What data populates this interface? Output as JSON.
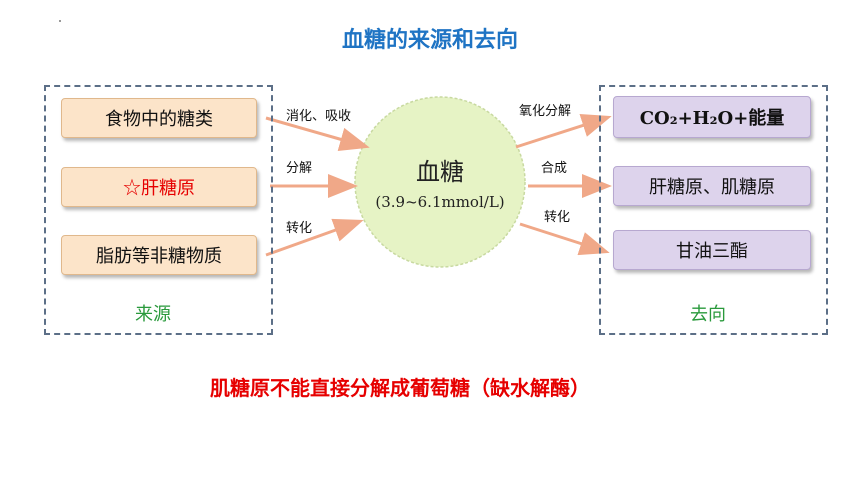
{
  "title": "血糖的来源和去向",
  "center": {
    "label": "血糖",
    "range": "(3.9~6.1mmol/L)"
  },
  "sources": {
    "label": "来源",
    "items": [
      {
        "text": "食物中的糖类",
        "color": "#111111"
      },
      {
        "text": "☆肝糖原",
        "color": "#e60000"
      },
      {
        "text": "脂肪等非糖物质",
        "color": "#111111"
      }
    ],
    "arrow_labels": [
      "消化、吸收",
      "分解",
      "转化"
    ]
  },
  "destinations": {
    "label": "去向",
    "items": [
      "CO₂+H₂O+能量",
      "肝糖原、肌糖原",
      "甘油三酯"
    ],
    "arrow_labels": [
      "氧化分解",
      "合成",
      "转化"
    ]
  },
  "note": "肌糖原不能直接分解成葡萄糖（缺水解酶）",
  "colors": {
    "title": "#1f74c4",
    "source_fill": "#fce4c9",
    "dest_fill": "#ddd3ec",
    "circle_fill": "#e6f3c5",
    "arrow": "#f0a888",
    "group_label": "#2a9a3c",
    "note": "#e60000"
  }
}
